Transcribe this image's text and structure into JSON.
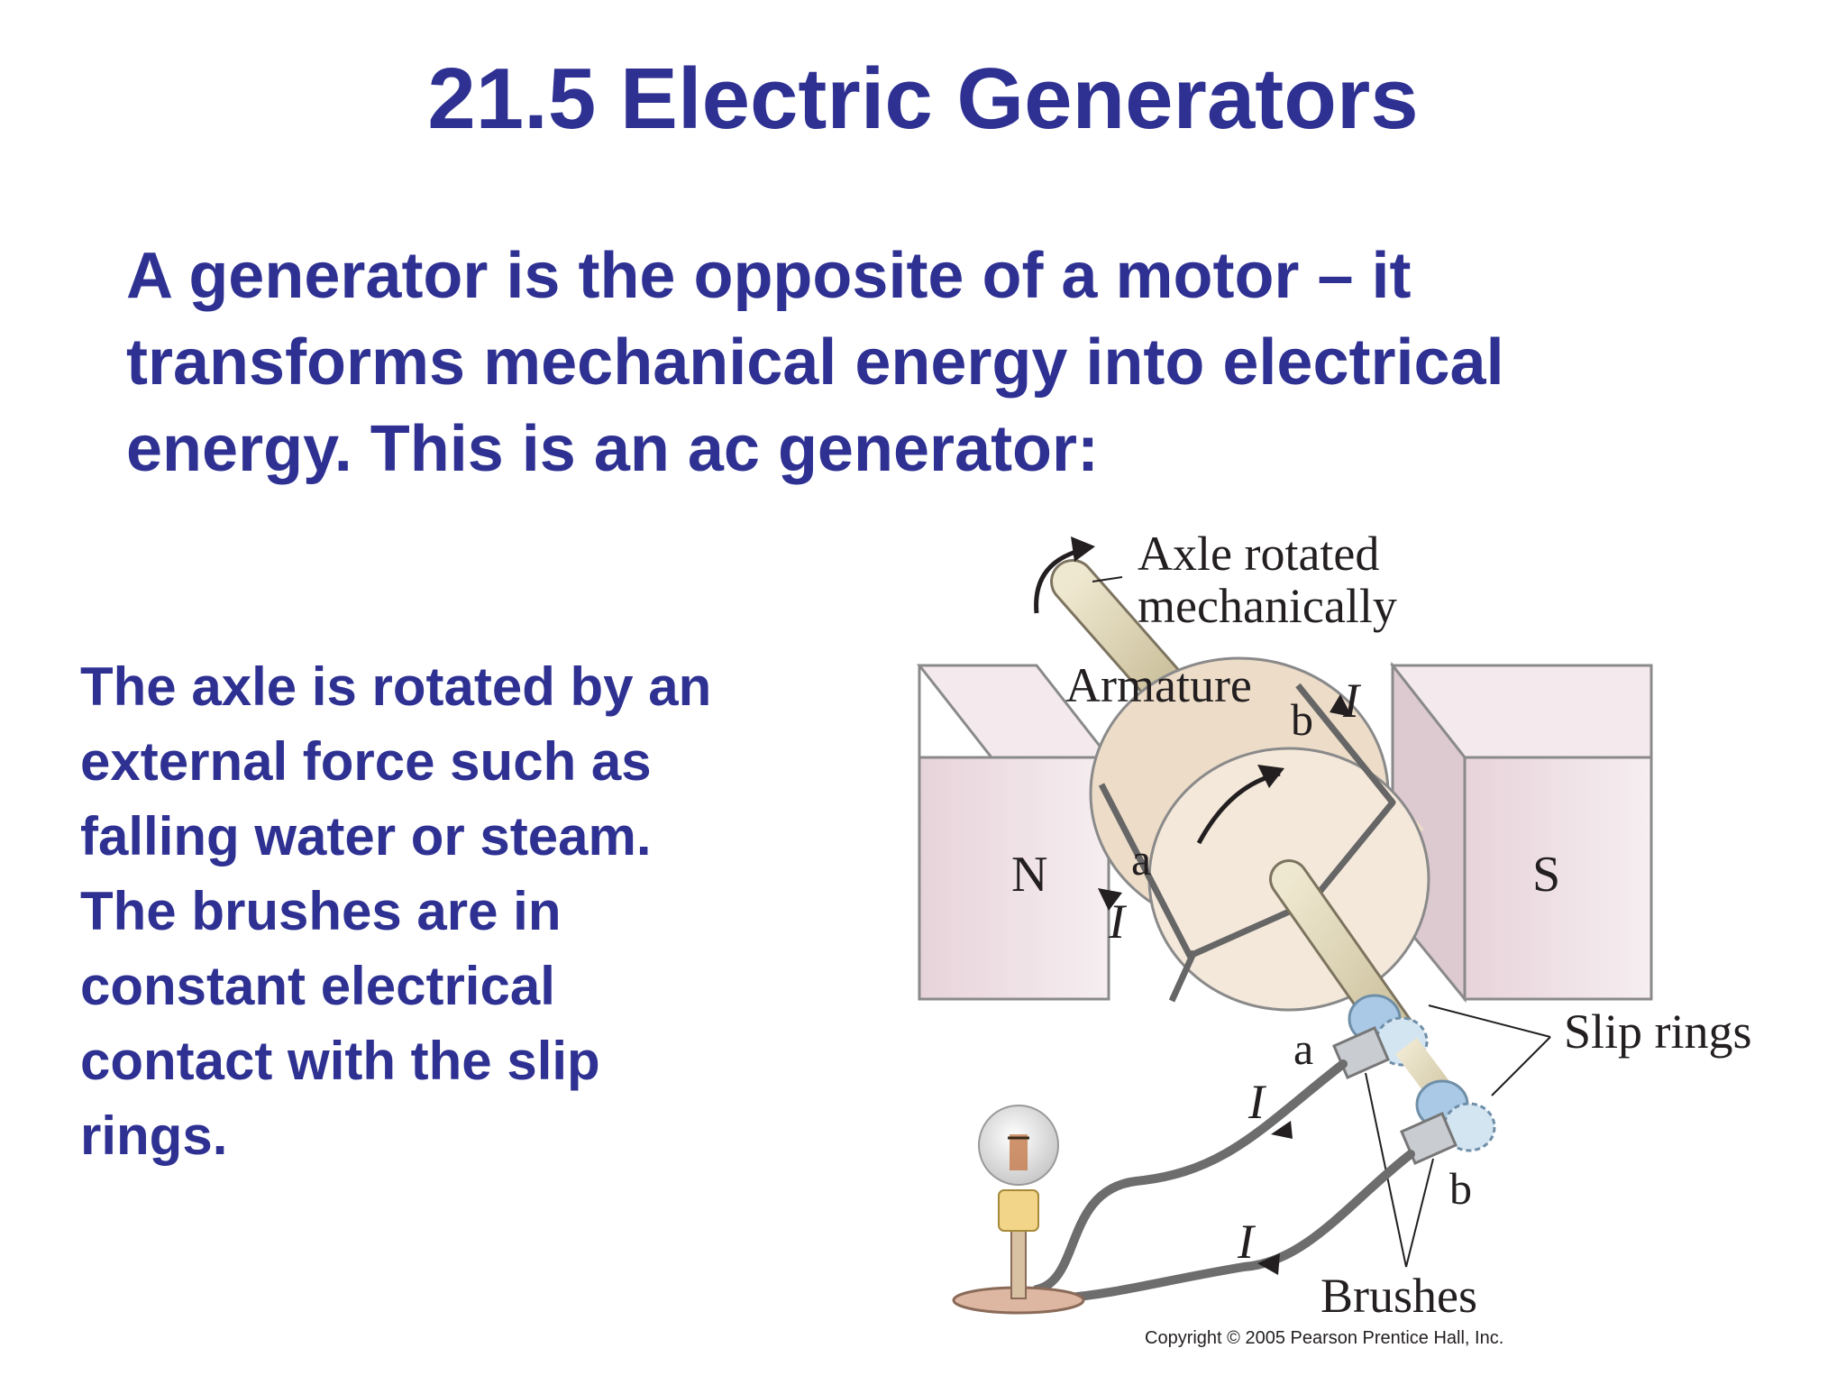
{
  "slide": {
    "title": "21.5 Electric Generators",
    "intro_lines": [
      "A generator is the opposite of a motor – it",
      "transforms mechanical energy into electrical",
      "energy. This is an ac generator:"
    ],
    "body_lines": [
      "The axle is rotated by an",
      "external force such as",
      "falling water or steam.",
      "The brushes are in",
      "constant electrical",
      "contact with the slip",
      "rings."
    ]
  },
  "figure": {
    "label_axle_line1": "Axle rotated",
    "label_axle_line2": "mechanically",
    "label_armature": "Armature",
    "label_north": "N",
    "label_south": "S",
    "label_slip_rings": "Slip rings",
    "label_brushes": "Brushes",
    "label_a_top": "a",
    "label_b_top": "b",
    "label_a_bottom": "a",
    "label_b_bottom": "b",
    "label_current": "I",
    "copyright": "Copyright © 2005 Pearson Prentice Hall, Inc.",
    "colors": {
      "heading": "#2e3192",
      "magnet": "#efe1e6",
      "armature": "#f2e4d4",
      "axle": "#dcd2b4",
      "slip_ring": "#a9c9e6",
      "wire": "#6d6d6d"
    }
  }
}
